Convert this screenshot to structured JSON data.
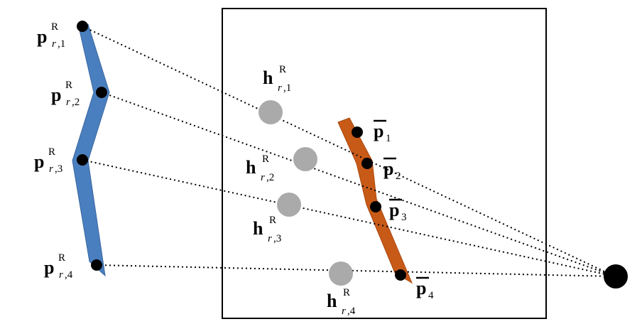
{
  "colors": {
    "background": "#ffffff",
    "frame": "#000000",
    "blue_strip": "#4a7fbf",
    "blue_edge": "#3a67a0",
    "orange_strip": "#c85a17",
    "orange_edge": "#a9470f",
    "point": "#000000",
    "gray_point": "#aaaaaa",
    "ray": "#000000"
  },
  "labels": {
    "p1": {
      "base": "p",
      "sup": "R",
      "sub_var": "r",
      "sub_idx": ",1"
    },
    "p2": {
      "base": "p",
      "sup": "R",
      "sub_var": "r",
      "sub_idx": ",2"
    },
    "p3": {
      "base": "p",
      "sup": "R",
      "sub_var": "r",
      "sub_idx": ",3"
    },
    "p4": {
      "base": "p",
      "sup": "R",
      "sub_var": "r",
      "sub_idx": ",4"
    },
    "h1": {
      "base": "h",
      "sup": "R",
      "sub_var": "r",
      "sub_idx": ",1"
    },
    "h2": {
      "base": "h",
      "sup": "R",
      "sub_var": "r",
      "sub_idx": ",2"
    },
    "h3": {
      "base": "h",
      "sup": "R",
      "sub_var": "r",
      "sub_idx": ",3"
    },
    "h4": {
      "base": "h",
      "sup": "R",
      "sub_var": "r",
      "sub_idx": ",4"
    },
    "pb1": {
      "base": "p",
      "sub": "1"
    },
    "pb2": {
      "base": "p",
      "sub": "2"
    },
    "pb3": {
      "base": "p",
      "sub": "3"
    },
    "pb4": {
      "base": "p",
      "sub": "4"
    }
  }
}
